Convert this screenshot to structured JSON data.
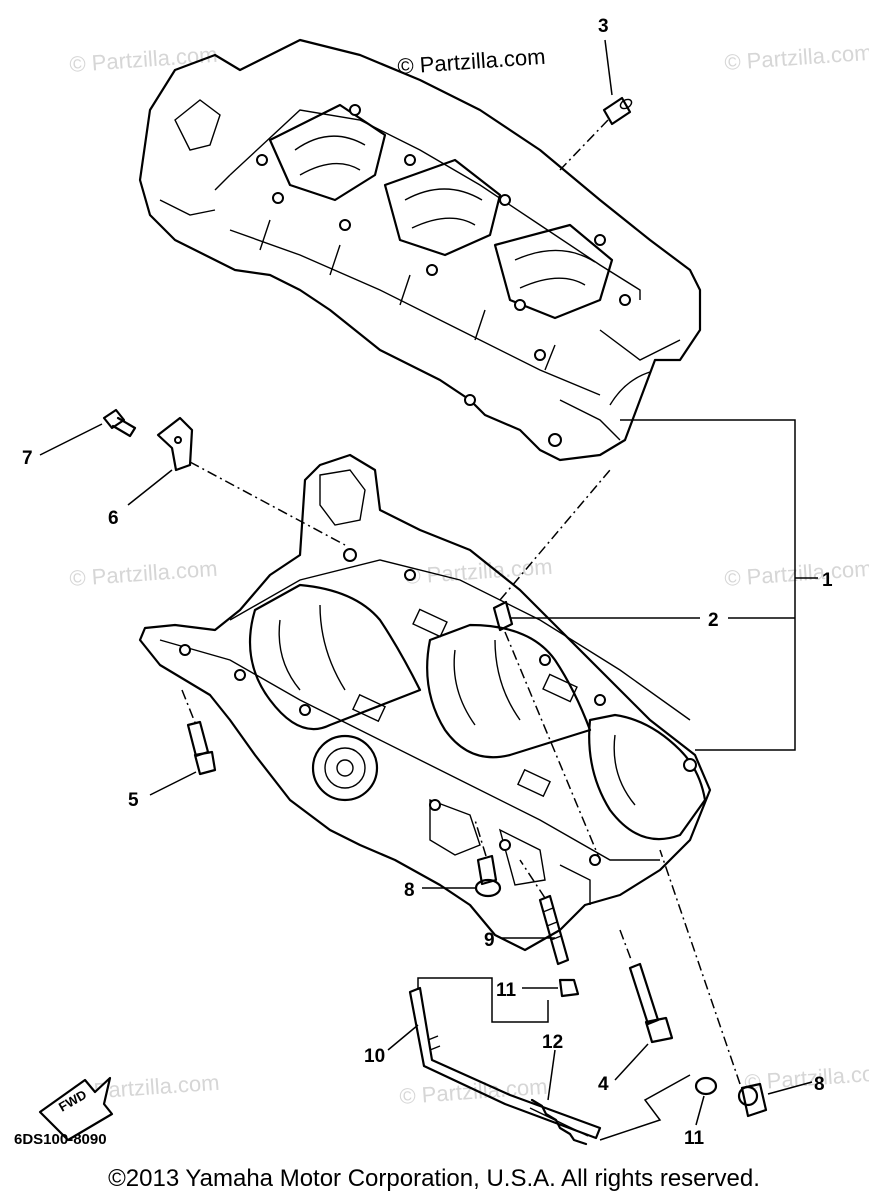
{
  "watermarks": {
    "main": "© Partzilla.com",
    "faint": "© Partzilla.com"
  },
  "callouts": {
    "c1": "1",
    "c2": "2",
    "c3": "3",
    "c4": "4",
    "c5": "5",
    "c6": "6",
    "c7": "7",
    "c8a": "8",
    "c8b": "8",
    "c9": "9",
    "c10": "10",
    "c11a": "11",
    "c11b": "11",
    "c12": "12"
  },
  "badge": {
    "label": "FWD"
  },
  "diagram_code": "6DS100-8090",
  "copyright": "©2013 Yamaha Motor Corporation, U.S.A. All rights reserved."
}
